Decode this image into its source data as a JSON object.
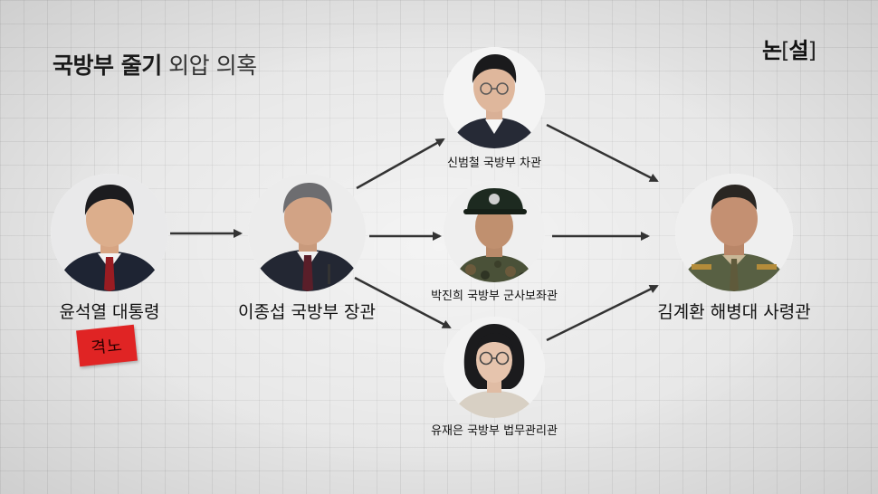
{
  "title": {
    "bold": "국방부 줄기",
    "light": "외압 의혹"
  },
  "logo": {
    "main": "논",
    "bracket": "[",
    "sub": "설",
    "bracket_end": "]"
  },
  "nodes": {
    "president": {
      "label": "윤석열 대통령"
    },
    "minister": {
      "label": "이종섭 국방부 장관"
    },
    "vice_minister": {
      "label": "신범철 국방부 차관"
    },
    "military_aide": {
      "label": "박진희 국방부 군사보좌관"
    },
    "legal_officer": {
      "label": "유재은 국방부 법무관리관"
    },
    "marine_commander": {
      "label": "김계환 해병대 사령관"
    }
  },
  "stamp": {
    "text": "격노"
  },
  "colors": {
    "arrow": "#333333",
    "stamp": "#e02424"
  }
}
